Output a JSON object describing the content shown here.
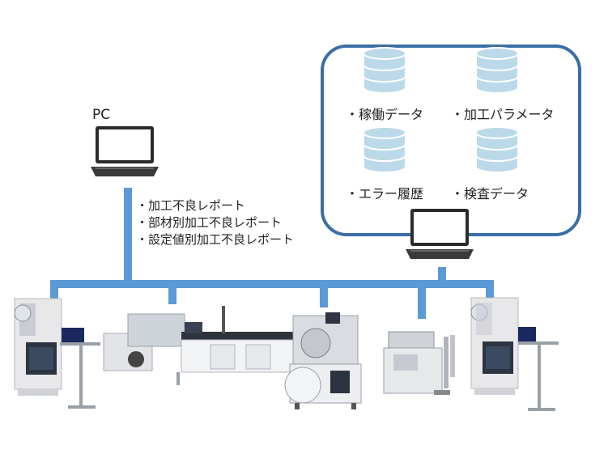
{
  "pc": {
    "label": "PC"
  },
  "reports": [
    "・加工不良レポート",
    "・部材別加工不良レポート",
    "・設定値別加工不良レポート"
  ],
  "databases": [
    {
      "label": "・稼働データ",
      "icon": "database-icon"
    },
    {
      "label": "・加工パラメータ",
      "icon": "database-icon"
    },
    {
      "label": "・エラー履歴",
      "icon": "database-icon"
    },
    {
      "label": "・検査データ",
      "icon": "database-icon"
    }
  ],
  "colors": {
    "network": "#5b9bd5",
    "db_fill": "#bcd9e9",
    "db_stroke": "#ffffff",
    "server_box": "#3a6ea5"
  }
}
